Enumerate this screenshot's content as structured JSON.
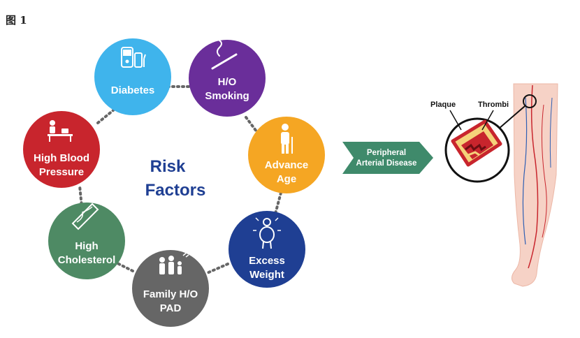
{
  "figure_label": "图 1",
  "center": {
    "line1": "Risk",
    "line2": "Factors"
  },
  "factors": {
    "diabetes": {
      "line1": "Diabetes",
      "color": "#3fb4ec"
    },
    "smoking": {
      "line1": "H/O",
      "line2": "Smoking",
      "color": "#6a2e9a"
    },
    "age": {
      "line1": "Advance",
      "line2": "Age",
      "color": "#f5a623"
    },
    "weight": {
      "line1": "Excess",
      "line2": "Weight",
      "color": "#1f3f93"
    },
    "family": {
      "line1": "Family H/O",
      "line2": "PAD",
      "color": "#666666"
    },
    "cholesterol": {
      "line1": "High",
      "line2": "Cholesterol",
      "color": "#4e8a64"
    },
    "bp": {
      "line1": "High Blood",
      "line2": "Pressure",
      "color": "#c8252d"
    }
  },
  "outcome_arrow": {
    "line1": "Peripheral",
    "line2": "Arterial Disease",
    "color": "#3f8a6b"
  },
  "artery_callouts": {
    "plaque": "Plaque",
    "thrombi": "Thrombi"
  },
  "icons": [
    "glucometer-icon",
    "cigarette-icon",
    "elderly-person-icon",
    "overweight-person-icon",
    "family-icon",
    "artery-plaque-icon",
    "blood-pressure-patient-icon",
    "leg-anatomy-icon",
    "magnifier-icon"
  ]
}
